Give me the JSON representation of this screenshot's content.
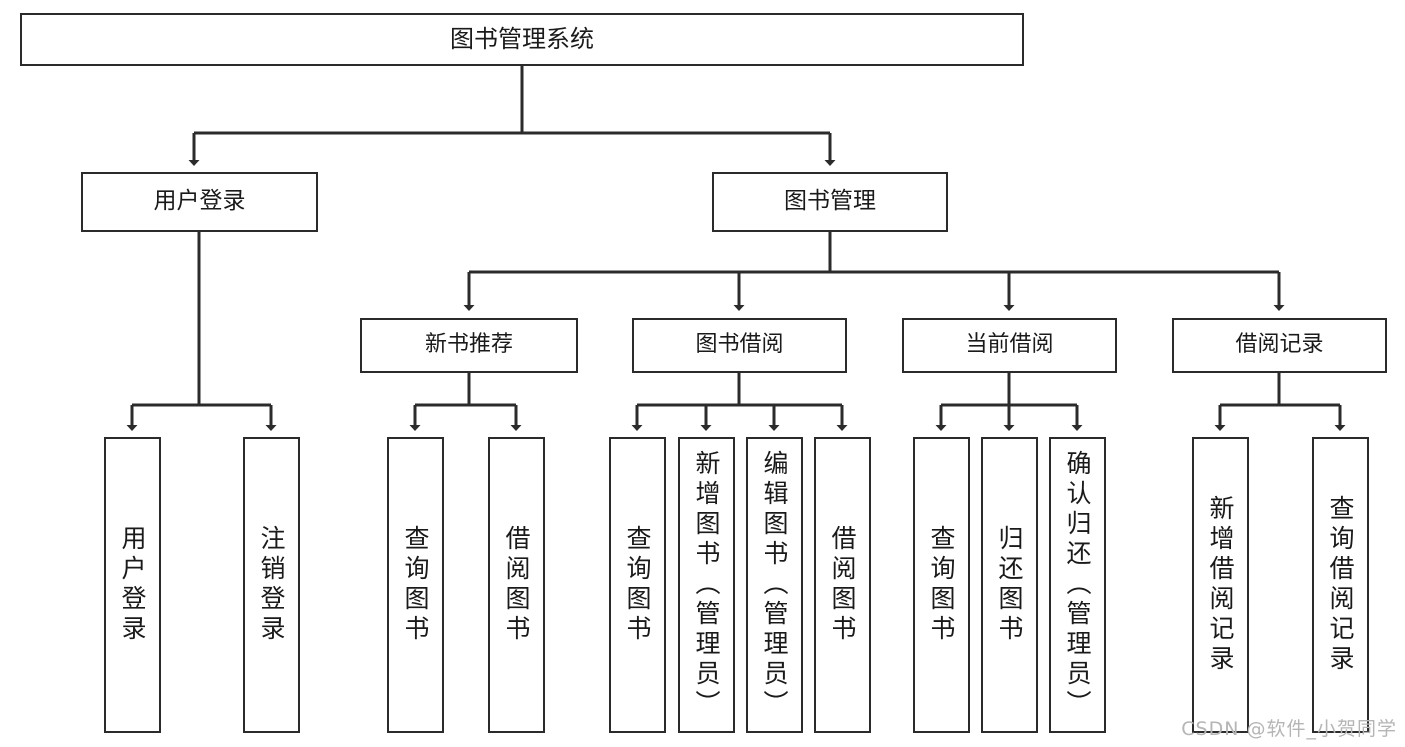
{
  "diagram": {
    "title": "图书管理系统",
    "type": "tree",
    "watermark": "CSDN @软件_小贺同学",
    "colors": {
      "stroke": "#2b2b2b",
      "fill": "#ffffff",
      "text": "#1a1a1a",
      "watermark": "#b5b5b5"
    }
  },
  "nodes": {
    "root": {
      "label": "图书管理系统"
    },
    "level1": [
      {
        "id": "user-login",
        "label": "用户登录"
      },
      {
        "id": "book-management",
        "label": "图书管理"
      }
    ],
    "level2": [
      {
        "id": "new-book-recommend",
        "label": "新书推荐"
      },
      {
        "id": "book-borrow",
        "label": "图书借阅"
      },
      {
        "id": "current-borrow",
        "label": "当前借阅"
      },
      {
        "id": "borrow-record",
        "label": "借阅记录"
      }
    ],
    "leaves": {
      "user-login": [
        {
          "id": "leaf-user-login",
          "label": "用户登录"
        },
        {
          "id": "leaf-logout",
          "label": "注销登录"
        }
      ],
      "new-book-recommend": [
        {
          "id": "leaf-query-book-1",
          "label": "查询图书"
        },
        {
          "id": "leaf-borrow-book-1",
          "label": "借阅图书"
        }
      ],
      "book-borrow": [
        {
          "id": "leaf-query-book-2",
          "label": "查询图书"
        },
        {
          "id": "leaf-add-book",
          "label": "新增图书（管理员）"
        },
        {
          "id": "leaf-edit-book",
          "label": "编辑图书（管理员）"
        },
        {
          "id": "leaf-borrow-book-2",
          "label": "借阅图书"
        }
      ],
      "current-borrow": [
        {
          "id": "leaf-query-book-3",
          "label": "查询图书"
        },
        {
          "id": "leaf-return-book",
          "label": "归还图书"
        },
        {
          "id": "leaf-confirm-return",
          "label": "确认归还（管理员）"
        }
      ],
      "borrow-record": [
        {
          "id": "leaf-add-record",
          "label": "新增借阅记录"
        },
        {
          "id": "leaf-query-record",
          "label": "查询借阅记录"
        }
      ]
    }
  }
}
